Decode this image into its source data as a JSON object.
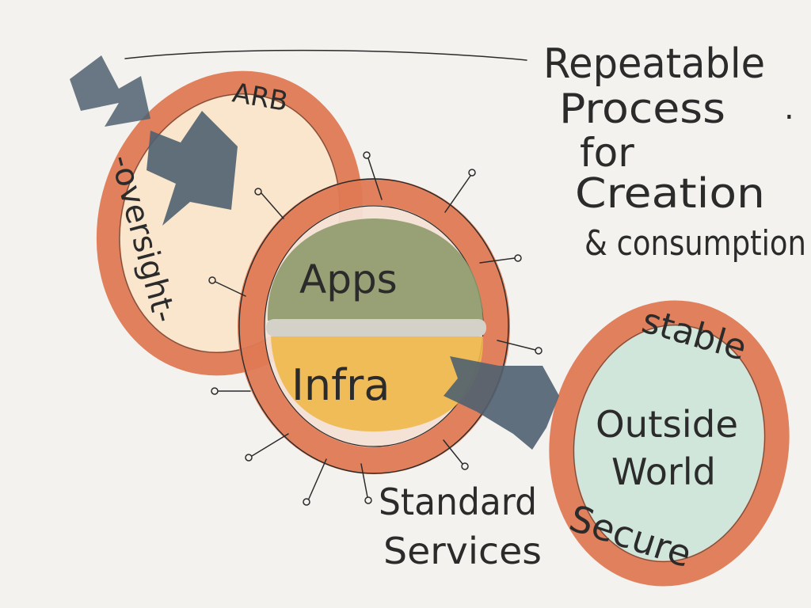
{
  "diagram": {
    "arb": "ARB",
    "oversight": "-oversight-",
    "apps": "Apps",
    "infra": "Infra",
    "standard": "Standard",
    "services": "Services",
    "stable": "stable",
    "outside": "Outside",
    "world": "World",
    "secure": "Secure"
  },
  "note": {
    "line1": "Repeatable",
    "line2": "Process",
    "dot": ".",
    "line3": "for",
    "line4": "Creation",
    "line5": "& consumption"
  },
  "colors": {
    "ring": "#e07a55",
    "arb_fill": "#fbe6cc",
    "apps": "#8e9a6a",
    "infra": "#f0b84a",
    "outside_fill": "#cfe6da",
    "arrow": "#4f6170",
    "background": "#f3f2ee"
  }
}
